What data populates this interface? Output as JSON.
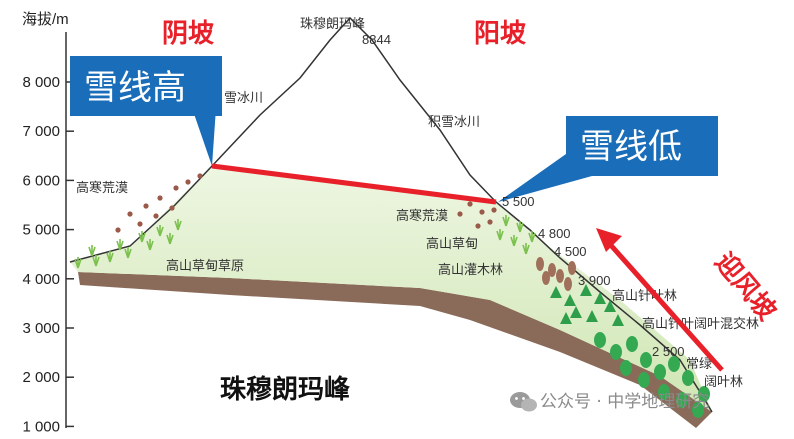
{
  "y_axis": {
    "unit_label": "海拔/m",
    "ticks": [
      "8 000",
      "7 000",
      "6 000",
      "5 000",
      "4 000",
      "3 000",
      "2 000",
      "1 000"
    ]
  },
  "peak": {
    "name": "珠穆朗玛峰",
    "height": "8844"
  },
  "headings": {
    "shady_slope": "阴坡",
    "sunny_slope": "阳坡",
    "windward_slope": "迎风坡"
  },
  "callouts": {
    "snowline_high": "雪线高",
    "snowline_low": "雪线低"
  },
  "north_side": {
    "glacier": "雪冰川",
    "zones": [
      "高寒荒漠",
      "高山草甸草原"
    ]
  },
  "south_side": {
    "glacier": "积雪冰川",
    "zones": [
      "高寒荒漠",
      "高山草甸",
      "高山灌木林",
      "高山针叶林",
      "高山针叶阔叶混交林",
      "常绿",
      "阔叶林"
    ],
    "elevations": [
      "5 500",
      "4 800",
      "4 500",
      "3 900",
      "2 500"
    ]
  },
  "mountain_name": "珠穆朗玛峰",
  "watermark": "公众号 · 中学地理研究",
  "colors": {
    "accent": "#e8202a",
    "callout": "#1a6db8",
    "land": "#d8ebc0",
    "tree": "#2fa04a"
  }
}
